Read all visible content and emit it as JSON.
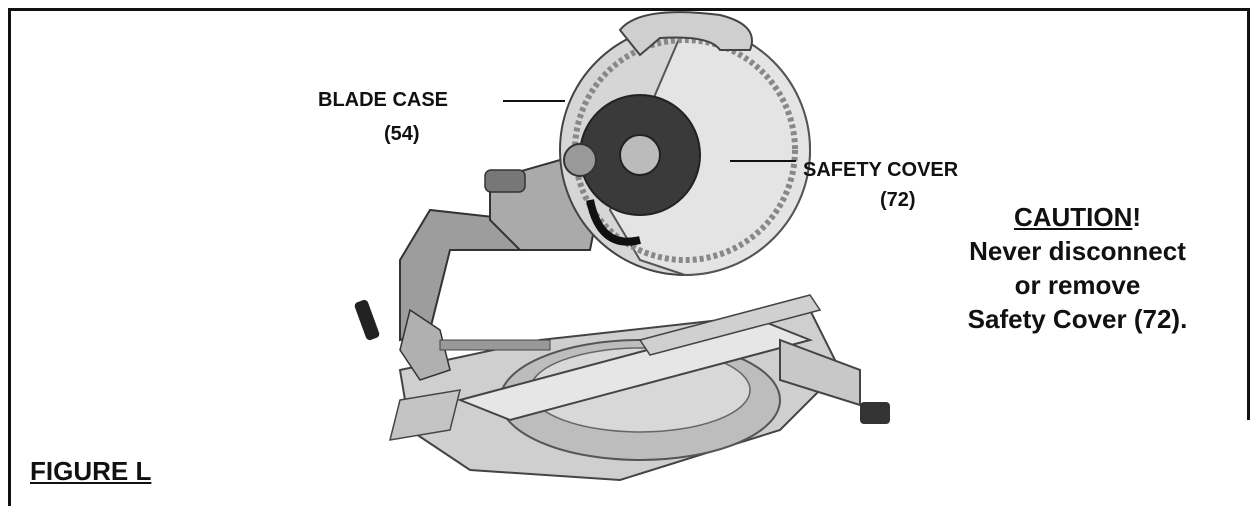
{
  "callouts": {
    "blade_case": {
      "name": "BLADE CASE",
      "number": "(54)"
    },
    "safety_cover": {
      "name": "SAFETY COVER",
      "number": "(72)"
    }
  },
  "caution": {
    "heading": "CAUTION",
    "heading_suffix": "!",
    "line1": "Never disconnect",
    "line2": "or remove",
    "line3": "Safety Cover (72)."
  },
  "figure_label": "FIGURE L"
}
